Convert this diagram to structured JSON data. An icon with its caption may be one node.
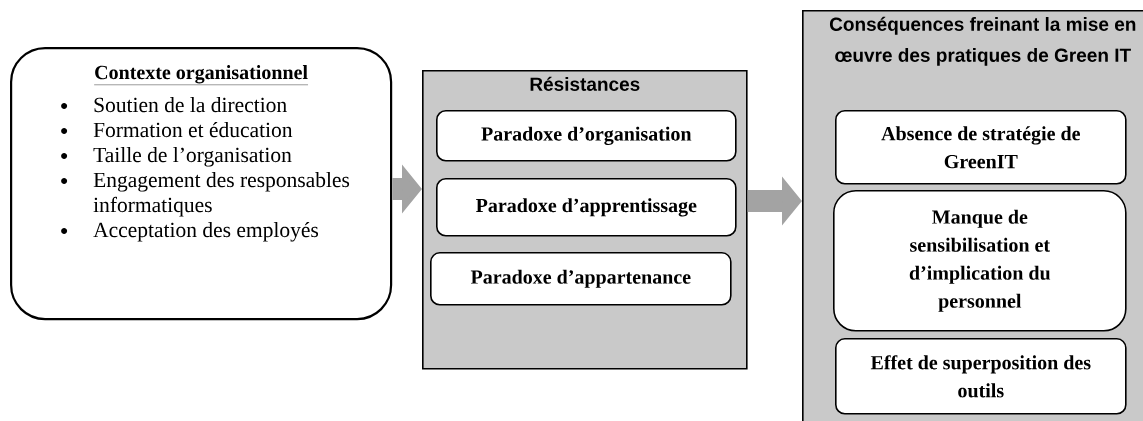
{
  "diagram": {
    "nodes": [
      {
        "text": [
          "Contexte organisationnel",
          "Soutien de la direction",
          "Formation et éducation",
          "Taille de l’organisation",
          "Engagement des responsables informatiques",
          "Acceptation des employés"
        ]
      },
      {
        "text": [
          "Résistances"
        ]
      },
      {
        "text": [
          "Paradoxe d’organisation"
        ],
        "in": 1
      },
      {
        "text": [
          "Paradoxe d’apprentissage"
        ],
        "in": 1
      },
      {
        "text": [
          "Paradoxe d’appartenance"
        ],
        "in": 1
      },
      {
        "text": [
          "Conséquences freinant la mise en œuvre des pratiques de Green IT"
        ]
      },
      {
        "text": [
          "Absence de stratégie de GreenIT"
        ],
        "in": 5
      },
      {
        "text": [
          "Manque de sensibilisation et d’implication du personnel"
        ],
        "in": 5
      },
      {
        "text": [
          "Effet de superposition des outils"
        ],
        "in": 5
      }
    ],
    "edges": [
      {
        "from": 0,
        "to": 1,
        "arrow": "to"
      },
      {
        "from": 1,
        "to": 5,
        "arrow": "to"
      }
    ]
  }
}
